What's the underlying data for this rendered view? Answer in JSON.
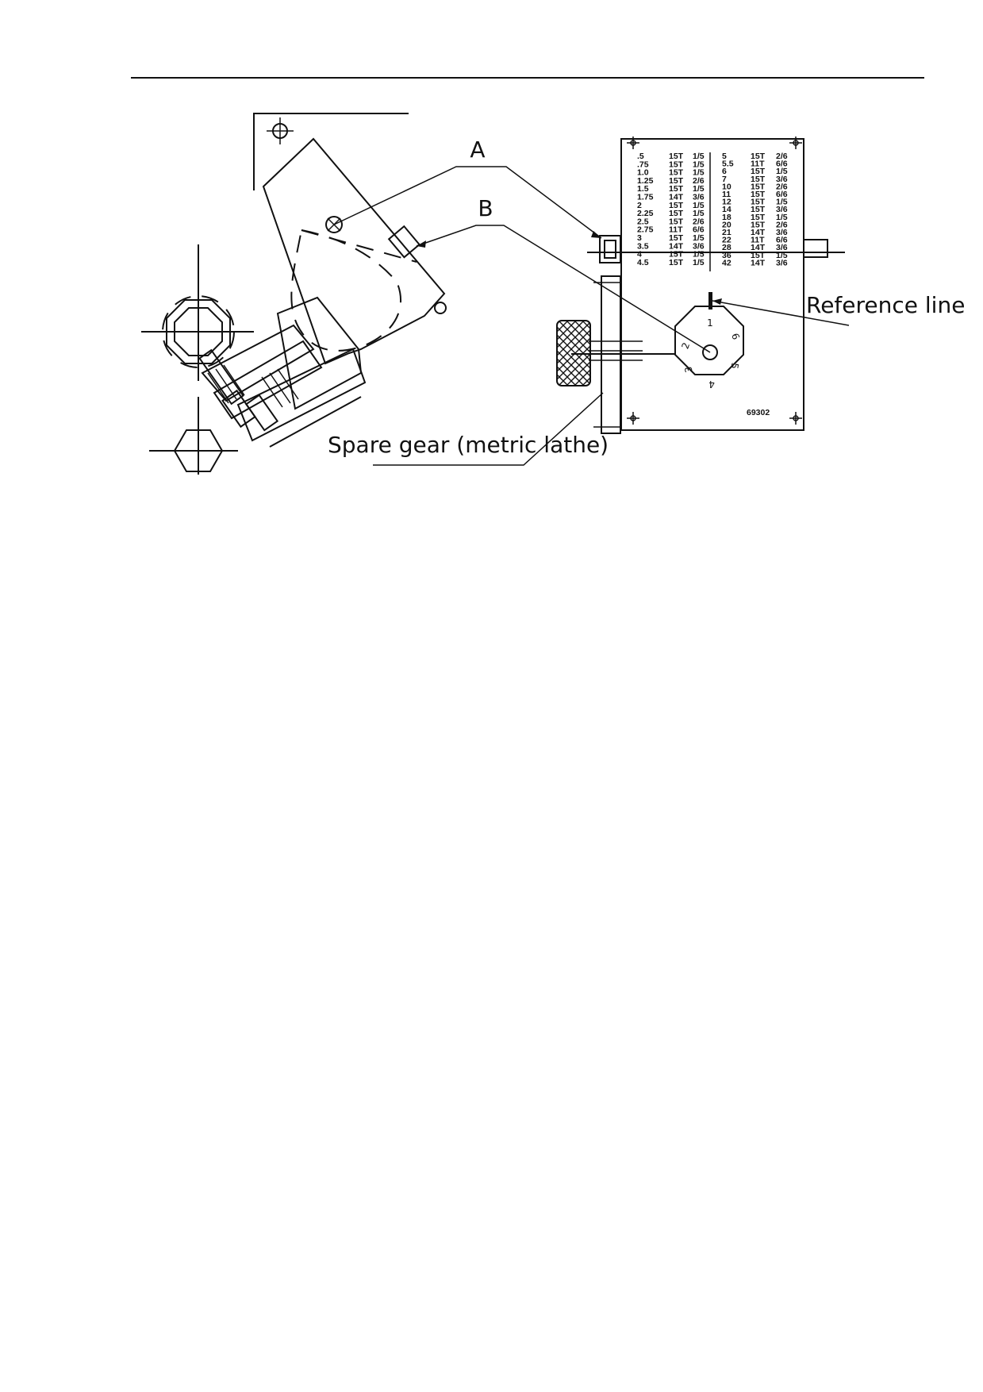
{
  "callouts": {
    "a": "A",
    "b": "B",
    "reference_line": "Reference line",
    "spare_gear": "Spare gear (metric lathe)"
  },
  "thread_table": {
    "left": [
      [
        ".5",
        "15T",
        "1/5"
      ],
      [
        ".75",
        "15T",
        "1/5"
      ],
      [
        "1.0",
        "15T",
        "1/5"
      ],
      [
        "1.25",
        "15T",
        "2/6"
      ],
      [
        "1.5",
        "15T",
        "1/5"
      ],
      [
        "1.75",
        "14T",
        "3/6"
      ],
      [
        "2",
        "15T",
        "1/5"
      ],
      [
        "2.25",
        "15T",
        "1/5"
      ],
      [
        "2.5",
        "15T",
        "2/6"
      ],
      [
        "2.75",
        "11T",
        "6/6"
      ],
      [
        "3",
        "15T",
        "1/5"
      ],
      [
        "3.5",
        "14T",
        "3/6"
      ],
      [
        "4",
        "15T",
        "1/5"
      ],
      [
        "4.5",
        "15T",
        "1/5"
      ]
    ],
    "right": [
      [
        "5",
        "15T",
        "2/6"
      ],
      [
        "5.5",
        "11T",
        "6/6"
      ],
      [
        "6",
        "15T",
        "1/5"
      ],
      [
        "7",
        "15T",
        "3/6"
      ],
      [
        "10",
        "15T",
        "2/6"
      ],
      [
        "11",
        "15T",
        "6/6"
      ],
      [
        "12",
        "15T",
        "1/5"
      ],
      [
        "14",
        "15T",
        "3/6"
      ],
      [
        "18",
        "15T",
        "1/5"
      ],
      [
        "20",
        "15T",
        "2/6"
      ],
      [
        "21",
        "14T",
        "3/6"
      ],
      [
        "22",
        "11T",
        "6/6"
      ],
      [
        "28",
        "14T",
        "3/6"
      ],
      [
        "36",
        "15T",
        "1/5"
      ],
      [
        "42",
        "14T",
        "3/6"
      ]
    ]
  },
  "dial_positions": [
    "1",
    "2",
    "3",
    "4",
    "5",
    "6"
  ],
  "part_number": "69302"
}
